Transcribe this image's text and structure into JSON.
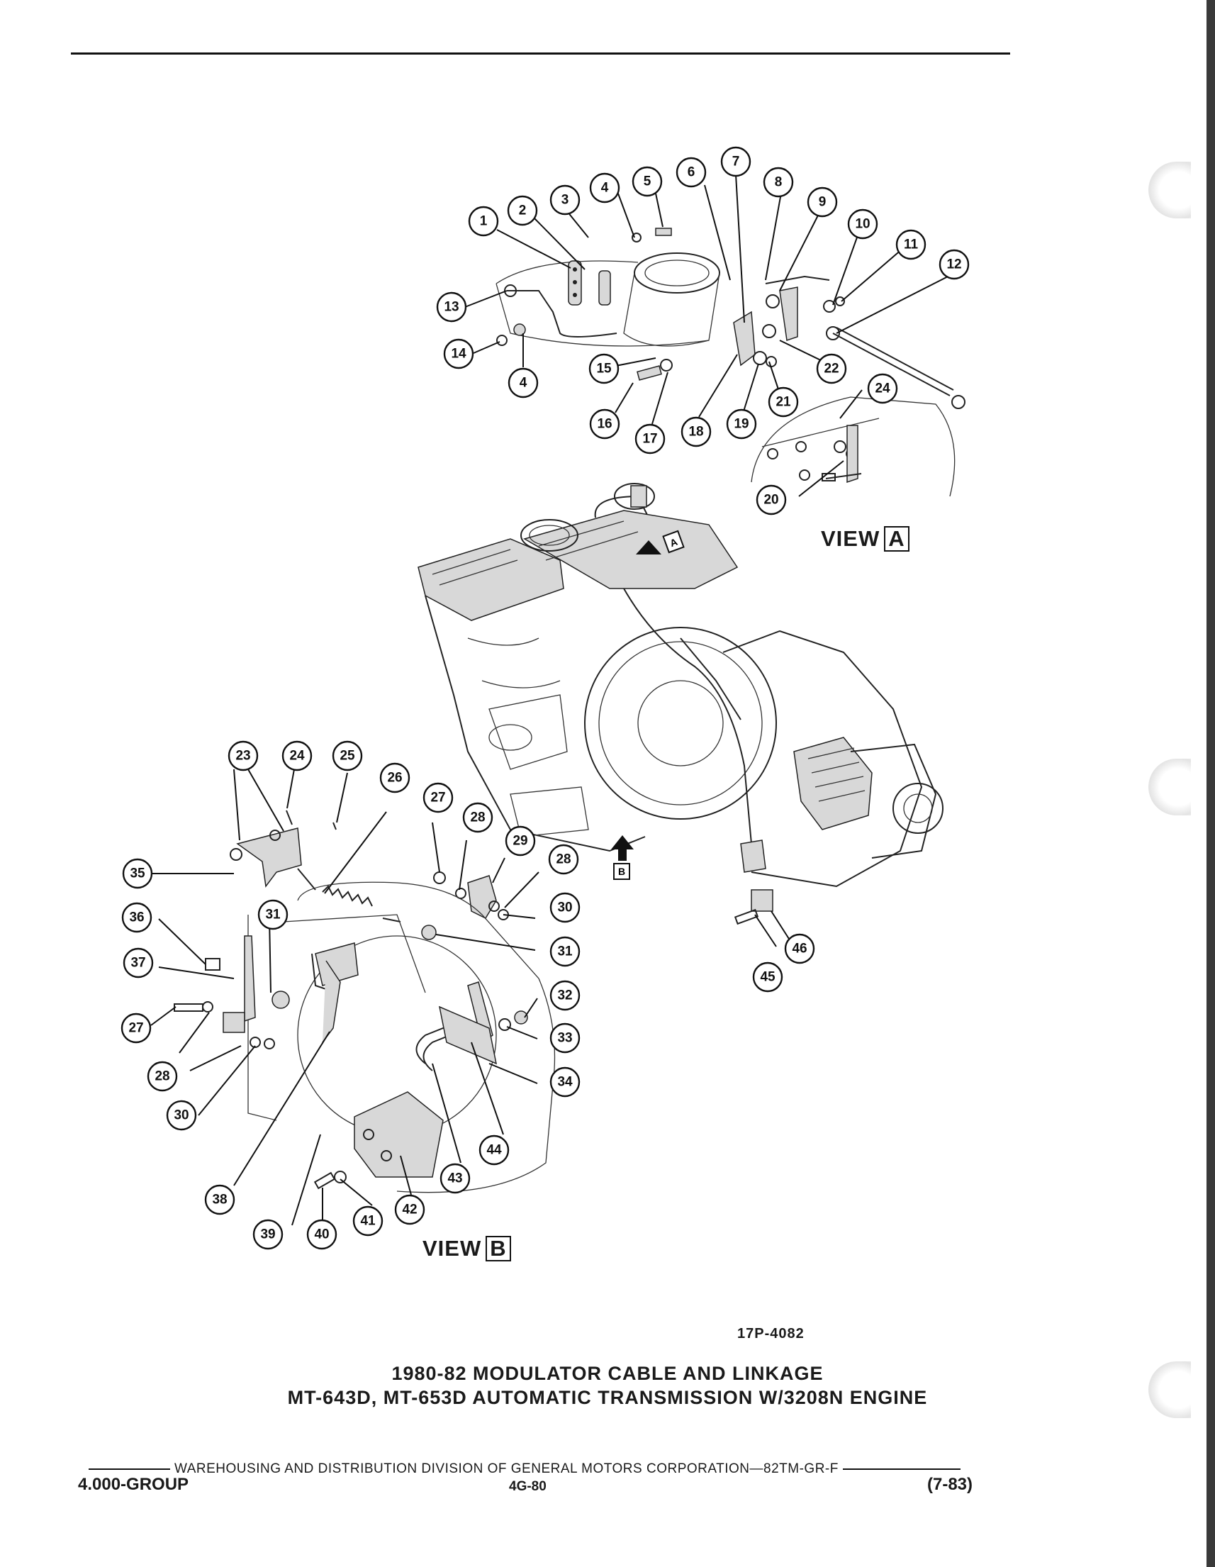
{
  "figure": {
    "drawing_number": "17P-4082",
    "view_a_label": "VIEW",
    "view_a_letter": "A",
    "view_b_label": "VIEW",
    "view_b_letter": "B",
    "pointer_a": "A",
    "pointer_b": "B",
    "caption_line1": "1980-82 MODULATOR CABLE AND LINKAGE",
    "caption_line2": "MT-643D, MT-653D AUTOMATIC TRANSMISSION W/3208N ENGINE"
  },
  "callouts_view_a": [
    "1",
    "2",
    "3",
    "4",
    "5",
    "6",
    "7",
    "8",
    "9",
    "10",
    "11",
    "12",
    "13",
    "14",
    "4",
    "15",
    "16",
    "17",
    "18",
    "19",
    "21",
    "22",
    "24",
    "20"
  ],
  "callouts_view_b": [
    "23",
    "24",
    "25",
    "26",
    "27",
    "28",
    "29",
    "28",
    "35",
    "36",
    "31",
    "30",
    "37",
    "31",
    "27",
    "28",
    "32",
    "33",
    "30",
    "34",
    "44",
    "43",
    "42",
    "38",
    "41",
    "39",
    "40",
    "45",
    "46"
  ],
  "footer": {
    "division": "WAREHOUSING AND DISTRIBUTION  DIVISION OF GENERAL MOTORS CORPORATION—82TM-GR-F",
    "group": "4.000-GROUP",
    "page": "4G-80",
    "date": "(7-83)"
  }
}
